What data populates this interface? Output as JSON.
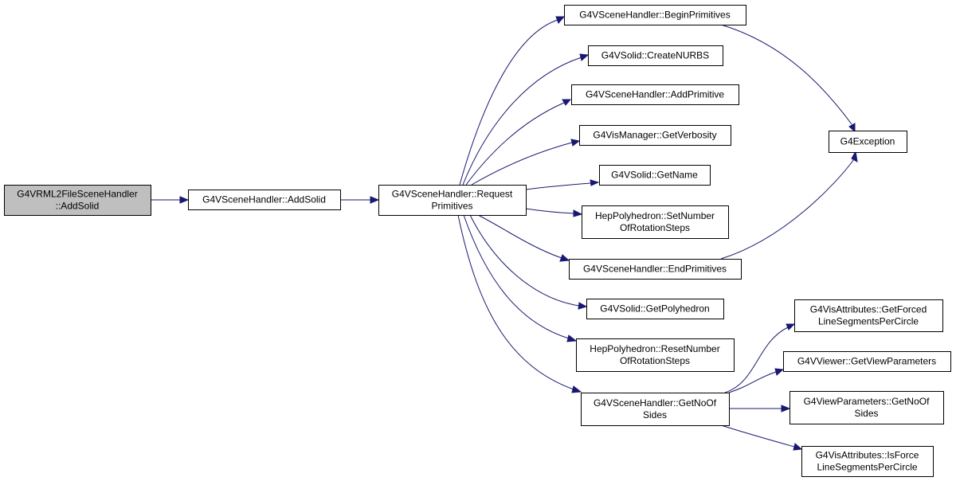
{
  "colors": {
    "edge": "#191970",
    "node_border": "#000000",
    "node_fill": "#ffffff",
    "root_fill": "#bfbfbf",
    "background": "#ffffff"
  },
  "nodes": [
    {
      "id": "root",
      "lines": [
        "G4VRML2FileSceneHandler",
        "::AddSolid"
      ],
      "root": true
    },
    {
      "id": "addsolid",
      "lines": [
        "G4VSceneHandler::AddSolid"
      ]
    },
    {
      "id": "requestprim",
      "lines": [
        "G4VSceneHandler::Request",
        "Primitives"
      ]
    },
    {
      "id": "beginprim",
      "lines": [
        "G4VSceneHandler::BeginPrimitives"
      ]
    },
    {
      "id": "createnurbs",
      "lines": [
        "G4VSolid::CreateNURBS"
      ]
    },
    {
      "id": "addprimitive",
      "lines": [
        "G4VSceneHandler::AddPrimitive"
      ]
    },
    {
      "id": "getverbosity",
      "lines": [
        "G4VisManager::GetVerbosity"
      ]
    },
    {
      "id": "getname",
      "lines": [
        "G4VSolid::GetName"
      ]
    },
    {
      "id": "setnumber",
      "lines": [
        "HepPolyhedron::SetNumber",
        "OfRotationSteps"
      ]
    },
    {
      "id": "endprim",
      "lines": [
        "G4VSceneHandler::EndPrimitives"
      ]
    },
    {
      "id": "getpolyhedron",
      "lines": [
        "G4VSolid::GetPolyhedron"
      ]
    },
    {
      "id": "resetnumber",
      "lines": [
        "HepPolyhedron::ResetNumber",
        "OfRotationSteps"
      ]
    },
    {
      "id": "getnoofsides",
      "lines": [
        "G4VSceneHandler::GetNoOf",
        "Sides"
      ]
    },
    {
      "id": "g4exception",
      "lines": [
        "G4Exception"
      ]
    },
    {
      "id": "getforced",
      "lines": [
        "G4VisAttributes::GetForced",
        "LineSegmentsPerCircle"
      ]
    },
    {
      "id": "getviewparams",
      "lines": [
        "G4VViewer::GetViewParameters"
      ]
    },
    {
      "id": "vpgetnoofsides",
      "lines": [
        "G4ViewParameters::GetNoOf",
        "Sides"
      ]
    },
    {
      "id": "isforce",
      "lines": [
        "G4VisAttributes::IsForce",
        "LineSegmentsPerCircle"
      ]
    }
  ],
  "edges": [
    {
      "from": "root",
      "to": "addsolid"
    },
    {
      "from": "addsolid",
      "to": "requestprim"
    },
    {
      "from": "requestprim",
      "to": "beginprim"
    },
    {
      "from": "requestprim",
      "to": "createnurbs"
    },
    {
      "from": "requestprim",
      "to": "addprimitive"
    },
    {
      "from": "requestprim",
      "to": "getverbosity"
    },
    {
      "from": "requestprim",
      "to": "getname"
    },
    {
      "from": "requestprim",
      "to": "setnumber"
    },
    {
      "from": "requestprim",
      "to": "endprim"
    },
    {
      "from": "requestprim",
      "to": "getpolyhedron"
    },
    {
      "from": "requestprim",
      "to": "resetnumber"
    },
    {
      "from": "requestprim",
      "to": "getnoofsides"
    },
    {
      "from": "beginprim",
      "to": "g4exception"
    },
    {
      "from": "endprim",
      "to": "g4exception"
    },
    {
      "from": "getnoofsides",
      "to": "getforced"
    },
    {
      "from": "getnoofsides",
      "to": "getviewparams"
    },
    {
      "from": "getnoofsides",
      "to": "vpgetnoofsides"
    },
    {
      "from": "getnoofsides",
      "to": "isforce"
    }
  ]
}
